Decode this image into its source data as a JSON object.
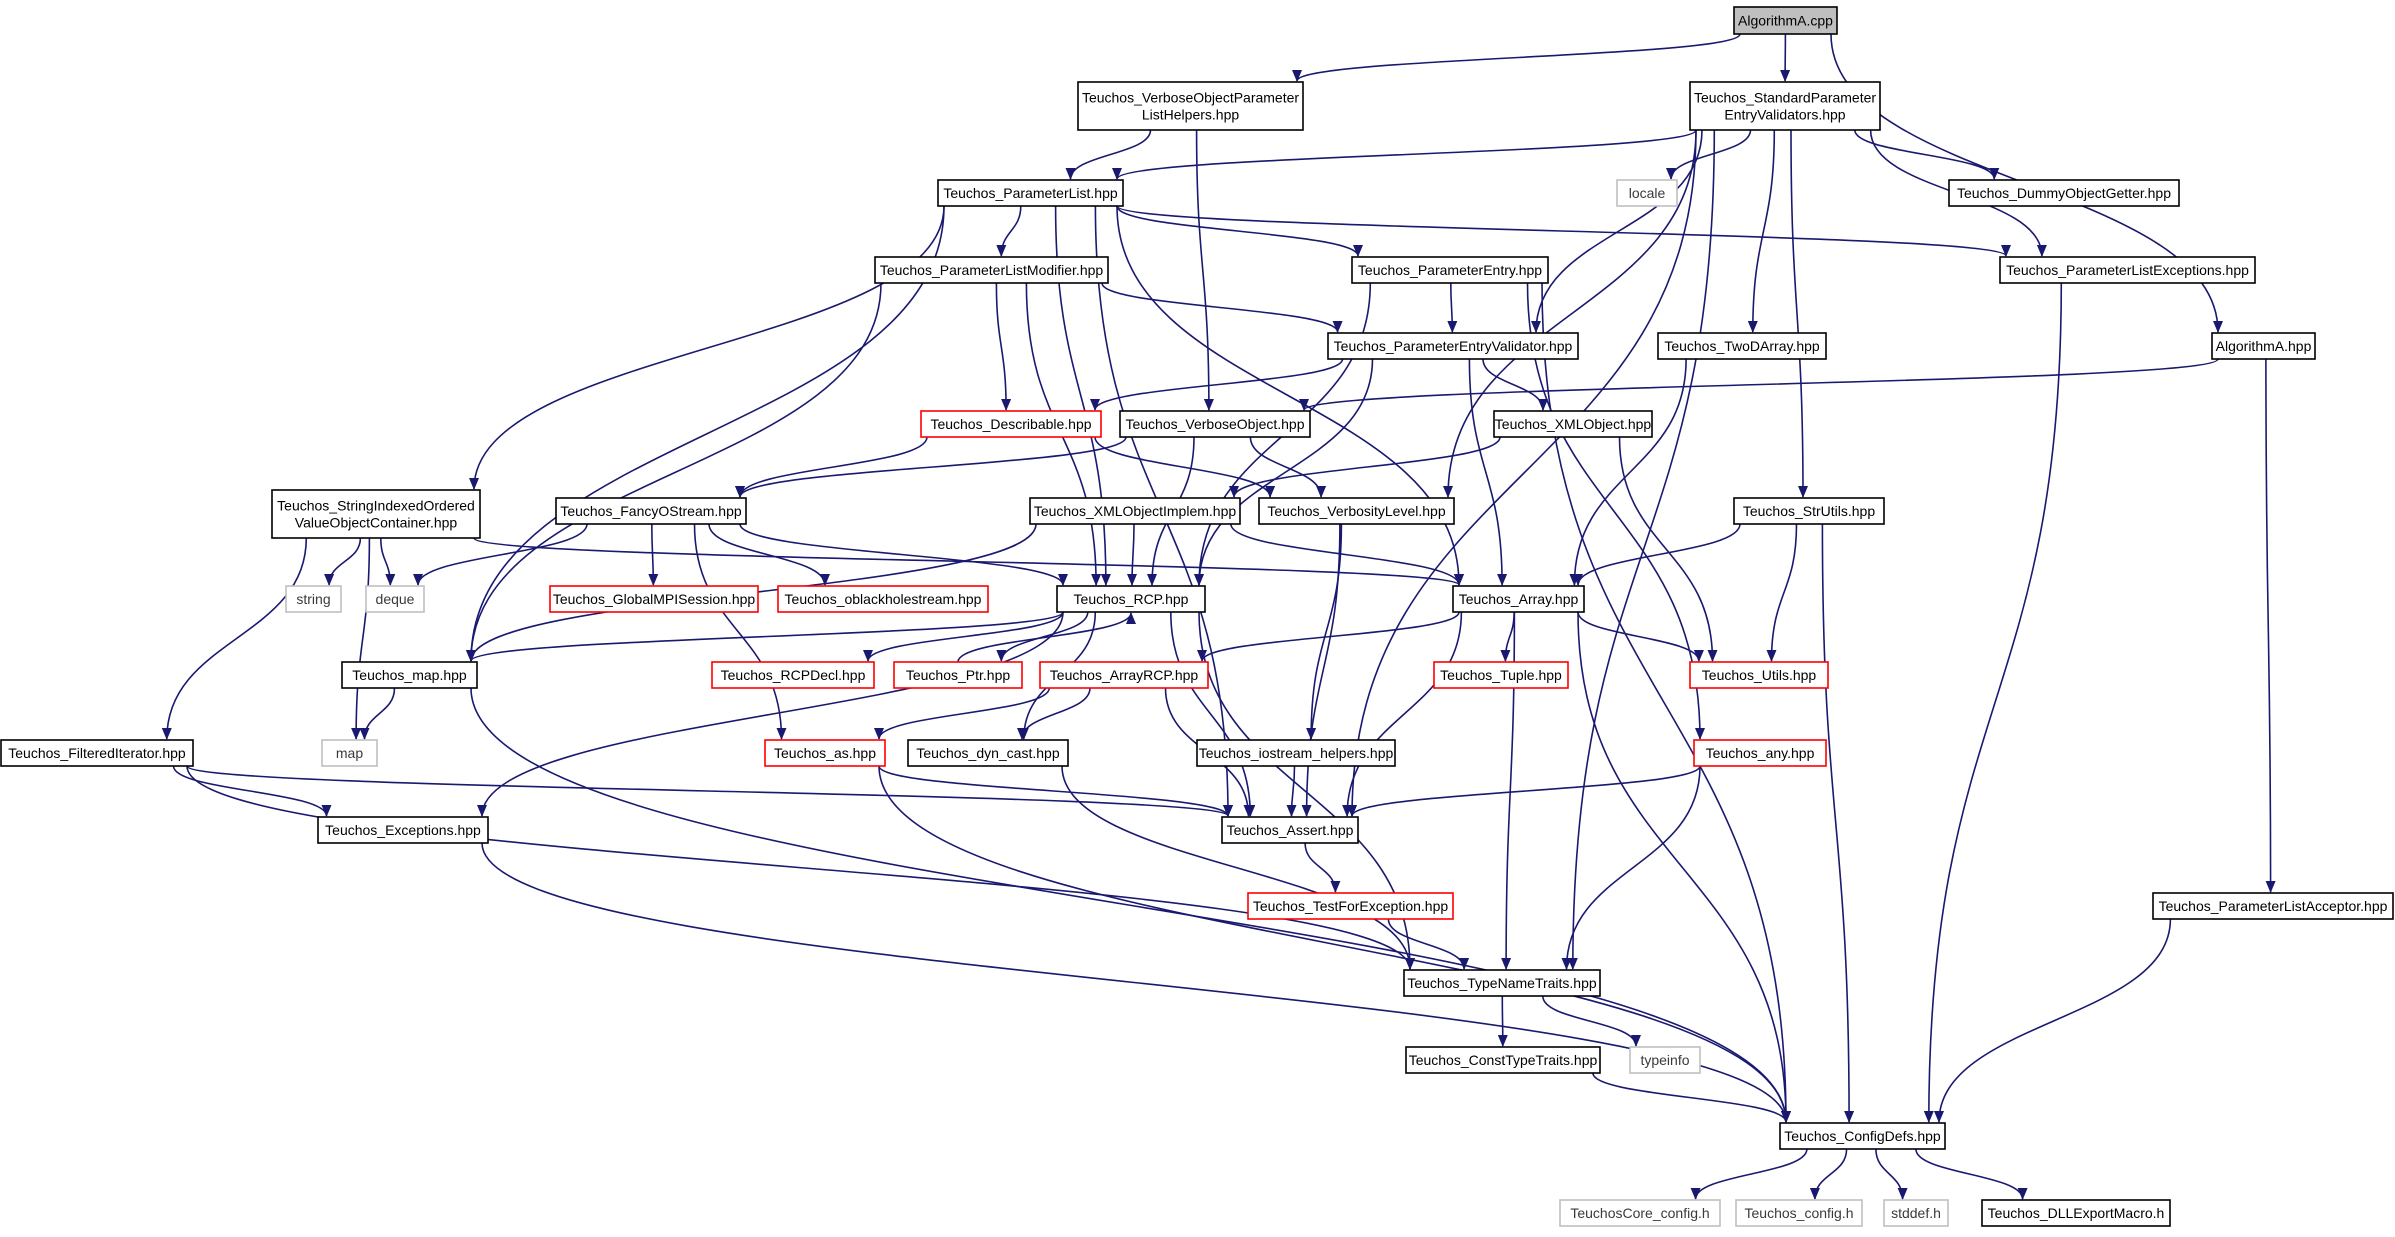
{
  "graph": {
    "nodes": [
      {
        "id": "algorithmA_cpp",
        "label": "AlgorithmA.cpp",
        "kind": "focus"
      },
      {
        "id": "verboseParamHelpers",
        "label": "Teuchos_VerboseObjectParameter\nListHelpers.hpp",
        "kind": "normal"
      },
      {
        "id": "stdParamValidators",
        "label": "Teuchos_StandardParameter\nEntryValidators.hpp",
        "kind": "normal"
      },
      {
        "id": "parameterList",
        "label": "Teuchos_ParameterList.hpp",
        "kind": "normal"
      },
      {
        "id": "locale",
        "label": "locale",
        "kind": "external"
      },
      {
        "id": "dummyObjectGetter",
        "label": "Teuchos_DummyObjectGetter.hpp",
        "kind": "normal"
      },
      {
        "id": "paramListModifier",
        "label": "Teuchos_ParameterListModifier.hpp",
        "kind": "normal"
      },
      {
        "id": "parameterEntry",
        "label": "Teuchos_ParameterEntry.hpp",
        "kind": "normal"
      },
      {
        "id": "paramListExceptions",
        "label": "Teuchos_ParameterListExceptions.hpp",
        "kind": "normal"
      },
      {
        "id": "paramEntryValidator",
        "label": "Teuchos_ParameterEntryValidator.hpp",
        "kind": "normal"
      },
      {
        "id": "twoDArray",
        "label": "Teuchos_TwoDArray.hpp",
        "kind": "normal"
      },
      {
        "id": "algorithmA_hpp",
        "label": "AlgorithmA.hpp",
        "kind": "normal"
      },
      {
        "id": "describable",
        "label": "Teuchos_Describable.hpp",
        "kind": "truncated"
      },
      {
        "id": "verboseObject",
        "label": "Teuchos_VerboseObject.hpp",
        "kind": "normal"
      },
      {
        "id": "xmlObject",
        "label": "Teuchos_XMLObject.hpp",
        "kind": "normal"
      },
      {
        "id": "strIndexedContainer",
        "label": "Teuchos_StringIndexedOrdered\nValueObjectContainer.hpp",
        "kind": "normal"
      },
      {
        "id": "fancyOStream",
        "label": "Teuchos_FancyOStream.hpp",
        "kind": "normal"
      },
      {
        "id": "xmlObjectImplem",
        "label": "Teuchos_XMLObjectImplem.hpp",
        "kind": "normal"
      },
      {
        "id": "verbosityLevel",
        "label": "Teuchos_VerbosityLevel.hpp",
        "kind": "normal"
      },
      {
        "id": "strUtils",
        "label": "Teuchos_StrUtils.hpp",
        "kind": "normal"
      },
      {
        "id": "string",
        "label": "string",
        "kind": "external"
      },
      {
        "id": "deque",
        "label": "deque",
        "kind": "external"
      },
      {
        "id": "globalMPISession",
        "label": "Teuchos_GlobalMPISession.hpp",
        "kind": "truncated"
      },
      {
        "id": "oblackholestream",
        "label": "Teuchos_oblackholestream.hpp",
        "kind": "truncated"
      },
      {
        "id": "rcp",
        "label": "Teuchos_RCP.hpp",
        "kind": "normal"
      },
      {
        "id": "array",
        "label": "Teuchos_Array.hpp",
        "kind": "normal"
      },
      {
        "id": "map_hpp",
        "label": "Teuchos_map.hpp",
        "kind": "normal"
      },
      {
        "id": "rcpDecl",
        "label": "Teuchos_RCPDecl.hpp",
        "kind": "truncated"
      },
      {
        "id": "ptr",
        "label": "Teuchos_Ptr.hpp",
        "kind": "truncated"
      },
      {
        "id": "arrayRCP",
        "label": "Teuchos_ArrayRCP.hpp",
        "kind": "truncated"
      },
      {
        "id": "tuple",
        "label": "Teuchos_Tuple.hpp",
        "kind": "truncated"
      },
      {
        "id": "utils",
        "label": "Teuchos_Utils.hpp",
        "kind": "truncated"
      },
      {
        "id": "map",
        "label": "map",
        "kind": "external"
      },
      {
        "id": "filteredIterator",
        "label": "Teuchos_FilteredIterator.hpp",
        "kind": "normal"
      },
      {
        "id": "as",
        "label": "Teuchos_as.hpp",
        "kind": "truncated"
      },
      {
        "id": "dynCast",
        "label": "Teuchos_dyn_cast.hpp",
        "kind": "normal"
      },
      {
        "id": "iostreamHelpers",
        "label": "Teuchos_iostream_helpers.hpp",
        "kind": "normal"
      },
      {
        "id": "any",
        "label": "Teuchos_any.hpp",
        "kind": "truncated"
      },
      {
        "id": "exceptions",
        "label": "Teuchos_Exceptions.hpp",
        "kind": "normal"
      },
      {
        "id": "assert",
        "label": "Teuchos_Assert.hpp",
        "kind": "normal"
      },
      {
        "id": "testForException",
        "label": "Teuchos_TestForException.hpp",
        "kind": "truncated"
      },
      {
        "id": "paramListAcceptor",
        "label": "Teuchos_ParameterListAcceptor.hpp",
        "kind": "normal"
      },
      {
        "id": "typeNameTraits",
        "label": "Teuchos_TypeNameTraits.hpp",
        "kind": "normal"
      },
      {
        "id": "constTypeTraits",
        "label": "Teuchos_ConstTypeTraits.hpp",
        "kind": "normal"
      },
      {
        "id": "typeinfo",
        "label": "typeinfo",
        "kind": "external"
      },
      {
        "id": "configDefs",
        "label": "Teuchos_ConfigDefs.hpp",
        "kind": "normal"
      },
      {
        "id": "teuchosCoreConfig",
        "label": "TeuchosCore_config.h",
        "kind": "external"
      },
      {
        "id": "teuchosConfig",
        "label": "Teuchos_config.h",
        "kind": "external"
      },
      {
        "id": "stddef",
        "label": "stddef.h",
        "kind": "external"
      },
      {
        "id": "dllExportMacro",
        "label": "Teuchos_DLLExportMacro.h",
        "kind": "normal"
      }
    ],
    "edges": [
      [
        "algorithmA_cpp",
        "verboseParamHelpers"
      ],
      [
        "algorithmA_cpp",
        "stdParamValidators"
      ],
      [
        "algorithmA_cpp",
        "algorithmA_hpp"
      ],
      [
        "verboseParamHelpers",
        "parameterList"
      ],
      [
        "verboseParamHelpers",
        "verboseObject"
      ],
      [
        "stdParamValidators",
        "parameterList"
      ],
      [
        "stdParamValidators",
        "locale"
      ],
      [
        "stdParamValidators",
        "dummyObjectGetter"
      ],
      [
        "stdParamValidators",
        "paramListExceptions"
      ],
      [
        "stdParamValidators",
        "paramEntryValidator"
      ],
      [
        "stdParamValidators",
        "twoDArray"
      ],
      [
        "stdParamValidators",
        "verbosityLevel"
      ],
      [
        "stdParamValidators",
        "strUtils"
      ],
      [
        "stdParamValidators",
        "assert"
      ],
      [
        "stdParamValidators",
        "typeNameTraits"
      ],
      [
        "parameterList",
        "paramListModifier"
      ],
      [
        "parameterList",
        "parameterEntry"
      ],
      [
        "parameterList",
        "paramListExceptions"
      ],
      [
        "parameterList",
        "strIndexedContainer"
      ],
      [
        "parameterList",
        "rcp"
      ],
      [
        "parameterList",
        "array"
      ],
      [
        "parameterList",
        "map_hpp"
      ],
      [
        "parameterList",
        "assert"
      ],
      [
        "paramListModifier",
        "paramEntryValidator"
      ],
      [
        "paramListModifier",
        "describable"
      ],
      [
        "paramListModifier",
        "rcp"
      ],
      [
        "paramListModifier",
        "map_hpp"
      ],
      [
        "parameterEntry",
        "paramEntryValidator"
      ],
      [
        "parameterEntry",
        "rcp"
      ],
      [
        "parameterEntry",
        "any"
      ],
      [
        "parameterEntry",
        "configDefs"
      ],
      [
        "paramListExceptions",
        "configDefs"
      ],
      [
        "paramEntryValidator",
        "describable"
      ],
      [
        "paramEntryValidator",
        "xmlObject"
      ],
      [
        "paramEntryValidator",
        "rcp"
      ],
      [
        "paramEntryValidator",
        "array"
      ],
      [
        "twoDArray",
        "array"
      ],
      [
        "algorithmA_hpp",
        "verboseObject"
      ],
      [
        "algorithmA_hpp",
        "paramListAcceptor"
      ],
      [
        "describable",
        "fancyOStream"
      ],
      [
        "describable",
        "verbosityLevel"
      ],
      [
        "verboseObject",
        "fancyOStream"
      ],
      [
        "verboseObject",
        "verbosityLevel"
      ],
      [
        "verboseObject",
        "rcp"
      ],
      [
        "xmlObject",
        "xmlObjectImplem"
      ],
      [
        "xmlObject",
        "utils"
      ],
      [
        "strIndexedContainer",
        "array"
      ],
      [
        "strIndexedContainer",
        "string"
      ],
      [
        "strIndexedContainer",
        "deque"
      ],
      [
        "strIndexedContainer",
        "map"
      ],
      [
        "strIndexedContainer",
        "filteredIterator"
      ],
      [
        "fancyOStream",
        "globalMPISession"
      ],
      [
        "fancyOStream",
        "oblackholestream"
      ],
      [
        "fancyOStream",
        "rcp"
      ],
      [
        "fancyOStream",
        "as"
      ],
      [
        "fancyOStream",
        "deque"
      ],
      [
        "xmlObjectImplem",
        "rcp"
      ],
      [
        "xmlObjectImplem",
        "array"
      ],
      [
        "xmlObjectImplem",
        "map_hpp"
      ],
      [
        "verbosityLevel",
        "iostreamHelpers"
      ],
      [
        "verbosityLevel",
        "assert"
      ],
      [
        "strUtils",
        "array"
      ],
      [
        "strUtils",
        "utils"
      ],
      [
        "strUtils",
        "configDefs"
      ],
      [
        "rcp",
        "rcpDecl"
      ],
      [
        "rcp",
        "ptr"
      ],
      [
        "rcp",
        "map_hpp"
      ],
      [
        "rcp",
        "dynCast"
      ],
      [
        "rcp",
        "assert"
      ],
      [
        "rcp",
        "exceptions"
      ],
      [
        "rcp",
        "typeNameTraits"
      ],
      [
        "array",
        "arrayRCP"
      ],
      [
        "array",
        "tuple"
      ],
      [
        "array",
        "utils"
      ],
      [
        "array",
        "assert"
      ],
      [
        "array",
        "typeNameTraits"
      ],
      [
        "array",
        "configDefs"
      ],
      [
        "map_hpp",
        "map"
      ],
      [
        "map_hpp",
        "configDefs"
      ],
      [
        "ptr",
        "rcp"
      ],
      [
        "arrayRCP",
        "as"
      ],
      [
        "arrayRCP",
        "dynCast"
      ],
      [
        "arrayRCP",
        "assert"
      ],
      [
        "filteredIterator",
        "exceptions"
      ],
      [
        "filteredIterator",
        "assert"
      ],
      [
        "filteredIterator",
        "typeNameTraits"
      ],
      [
        "as",
        "assert"
      ],
      [
        "as",
        "configDefs"
      ],
      [
        "dynCast",
        "typeNameTraits"
      ],
      [
        "iostreamHelpers",
        "assert"
      ],
      [
        "any",
        "assert"
      ],
      [
        "any",
        "typeNameTraits"
      ],
      [
        "exceptions",
        "configDefs"
      ],
      [
        "assert",
        "testForException"
      ],
      [
        "testForException",
        "typeNameTraits"
      ],
      [
        "paramListAcceptor",
        "configDefs"
      ],
      [
        "typeNameTraits",
        "constTypeTraits"
      ],
      [
        "typeNameTraits",
        "typeinfo"
      ],
      [
        "constTypeTraits",
        "configDefs"
      ],
      [
        "configDefs",
        "teuchosCoreConfig"
      ],
      [
        "configDefs",
        "teuchosConfig"
      ],
      [
        "configDefs",
        "stddef"
      ],
      [
        "configDefs",
        "dllExportMacro"
      ]
    ]
  },
  "colors": {
    "edge": "#191970",
    "node_border": "#000000",
    "truncated_border": "#ff0000",
    "external_border": "#bfbfbf",
    "focus_fill": "#bfbfbf"
  }
}
